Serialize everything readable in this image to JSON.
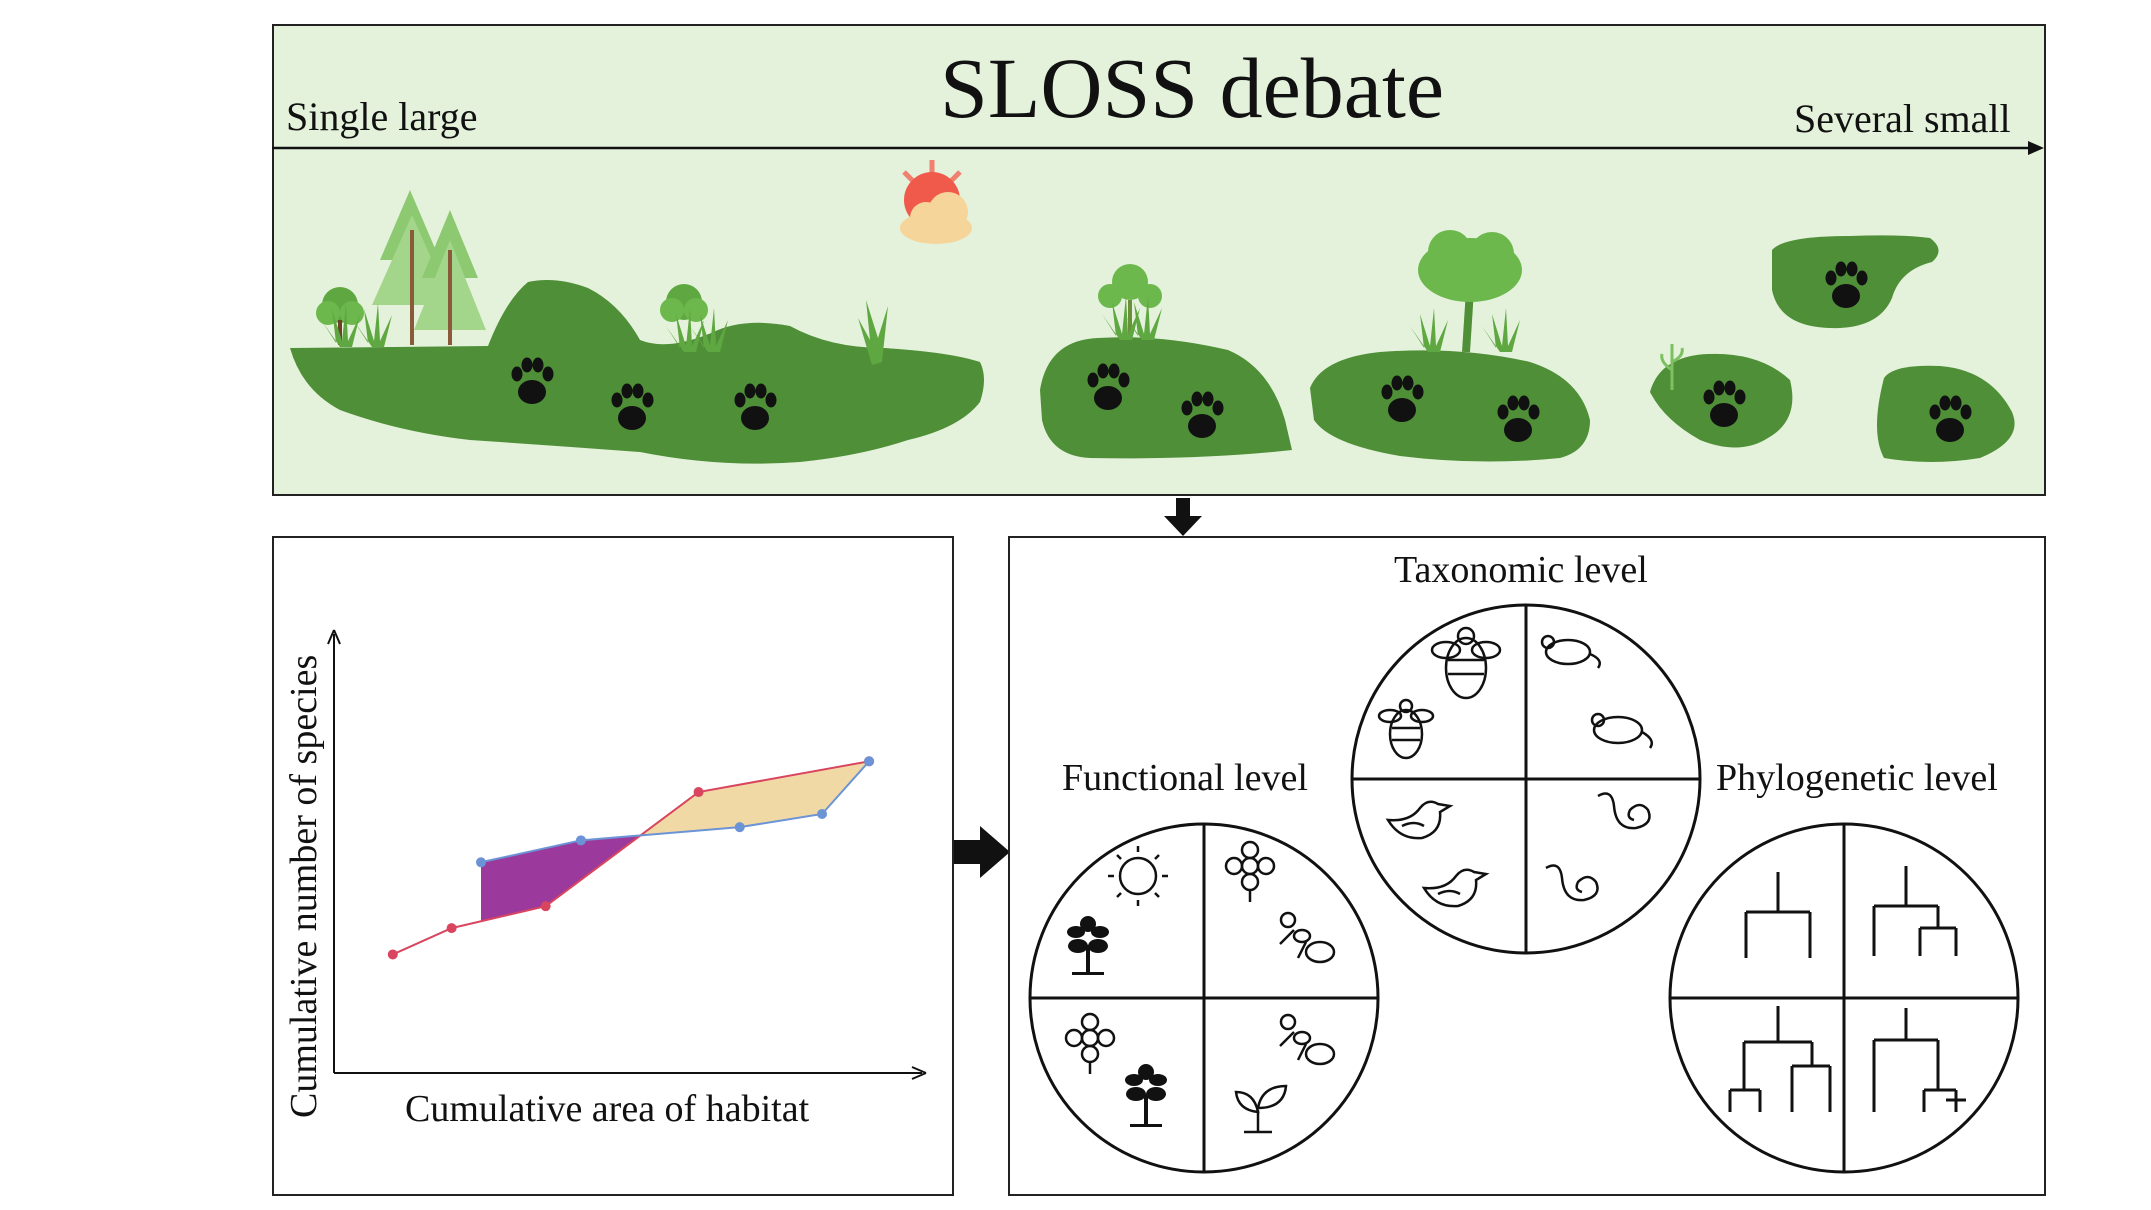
{
  "header": {
    "title": "SLOSS debate",
    "left_label": "Single large",
    "right_label": "Several small",
    "background_color": "#e4f2dc",
    "habitat_color": "#4f8f37"
  },
  "chart_data": {
    "type": "line",
    "title": "",
    "xlabel": "Cumulative area of habitat",
    "ylabel": "Cumulative number of species",
    "xlim": [
      0,
      100
    ],
    "ylim": [
      0,
      100
    ],
    "series": [
      {
        "color": "#d9455f",
        "points": [
          [
            10,
            27
          ],
          [
            20,
            33
          ],
          [
            36,
            38
          ],
          [
            62,
            64
          ],
          [
            91,
            71
          ]
        ]
      },
      {
        "color": "#6b93d6",
        "points": [
          [
            25,
            48
          ],
          [
            42,
            53
          ],
          [
            69,
            56
          ],
          [
            83,
            59
          ],
          [
            91,
            71
          ]
        ]
      }
    ],
    "fills": [
      "#9b3a9c",
      "#f1d9a6"
    ]
  },
  "diversity": {
    "taxonomic_label": "Taxonomic level",
    "functional_label": "Functional level",
    "phylogenetic_label": "Phylogenetic level"
  },
  "icons": [
    "paw-print-icon",
    "sun-cloud-icon",
    "tree-icon",
    "bee-icon",
    "mouse-icon",
    "bird-icon",
    "snake-icon",
    "sun-icon",
    "flower-icon",
    "ant-icon",
    "plant-icon",
    "sprout-icon",
    "phylogenetic-tree-icon",
    "arrow-right-icon",
    "arrow-down-icon"
  ]
}
